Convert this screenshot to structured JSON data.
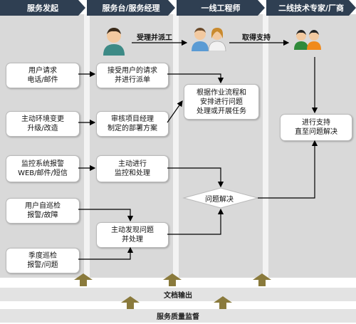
{
  "lanes": [
    {
      "title": "服务发起"
    },
    {
      "title": "服务台/服务经理"
    },
    {
      "title": "一线工程师"
    },
    {
      "title": "二线技术专家/厂商"
    }
  ],
  "handoffs": {
    "to_engineer": "受理并派工",
    "to_expert": "取得支持"
  },
  "sources": [
    {
      "text": "用户请求\n电话/邮件"
    },
    {
      "text": "主动环境变更\n升级/改造"
    },
    {
      "text": "监控系统报警\nWEB/邮件/短信"
    },
    {
      "text": "用户自巡检\n报警/故障"
    },
    {
      "text": "季度巡检\n报警/问题"
    }
  ],
  "desk_steps": [
    {
      "text": "接受用户的请求\n并进行派单"
    },
    {
      "text": "审核项目经理\n制定的部署方案"
    },
    {
      "text": "主动进行\n监控和处理"
    },
    {
      "text": "主动发现问题\n并处理"
    }
  ],
  "engineer_step": "根据作业流程和\n安排进行问题\n处理或开展任务",
  "decision": "问题解决",
  "expert_step": "进行支持\n直至问题解决",
  "bottom_bars": {
    "documents": "文档输出",
    "quality": "服务质量监督"
  },
  "colors": {
    "header": "#2f3f52",
    "lane": "#d9d9d9",
    "up_arrow": "#8a7a3c"
  }
}
